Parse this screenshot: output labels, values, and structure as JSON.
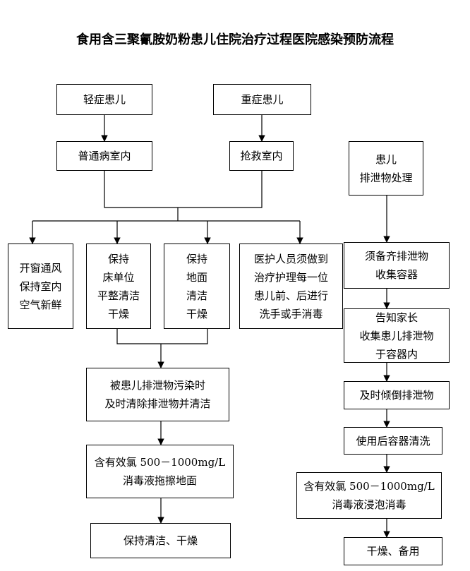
{
  "title": "食用含三聚氰胺奶粉患儿住院治疗过程医院感染预防流程",
  "nodes": {
    "mild": "轻症患儿",
    "severe": "重症患儿",
    "general_ward": "普通病室内",
    "rescue_room": "抢救室内",
    "ventilation": "开窗通风\n保持室内\n空气新鲜",
    "bed": "保持\n床单位\n平整清洁\n干燥",
    "floor": "保持\n地面\n清洁\n干燥",
    "hand": "医护人员须做到\n治疗护理每一位\n患儿前、后进行\n洗手或手消毒",
    "contaminated": "被患儿排泄物污染时\n及时清除排泄物并清洁",
    "chlorine_mop": "含有效氯 500－1000mg/L\n消毒液拖擦地面",
    "keep_clean": "保持清洁、干燥",
    "excreta": "患儿\n排泄物处理",
    "container": "须备齐排泄物\n收集容器",
    "inform": "告知家长\n收集患儿排泄物\n于容器内",
    "dump": "及时倾倒排泄物",
    "wash": "使用后容器清洗",
    "chlorine_soak": "含有效氯 500－1000mg/L\n消毒液浸泡消毒",
    "dry": "干燥、备用"
  }
}
